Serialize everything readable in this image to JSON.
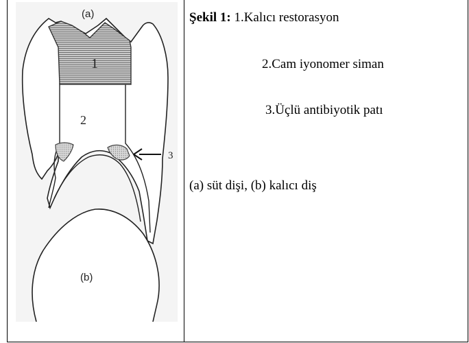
{
  "figure": {
    "label_a": "(a)",
    "label_b": "(b)",
    "label_1": "1",
    "label_2": "2",
    "label_3": "3"
  },
  "caption": {
    "heading": "Şekil 1:",
    "item1": "1.Kalıcı restorasyon",
    "item2": "2.Cam iyonomer siman",
    "item3": "3.Üçlü antibiyotik patı",
    "legend": "(a) süt dişi, (b) kalıcı diş"
  }
}
